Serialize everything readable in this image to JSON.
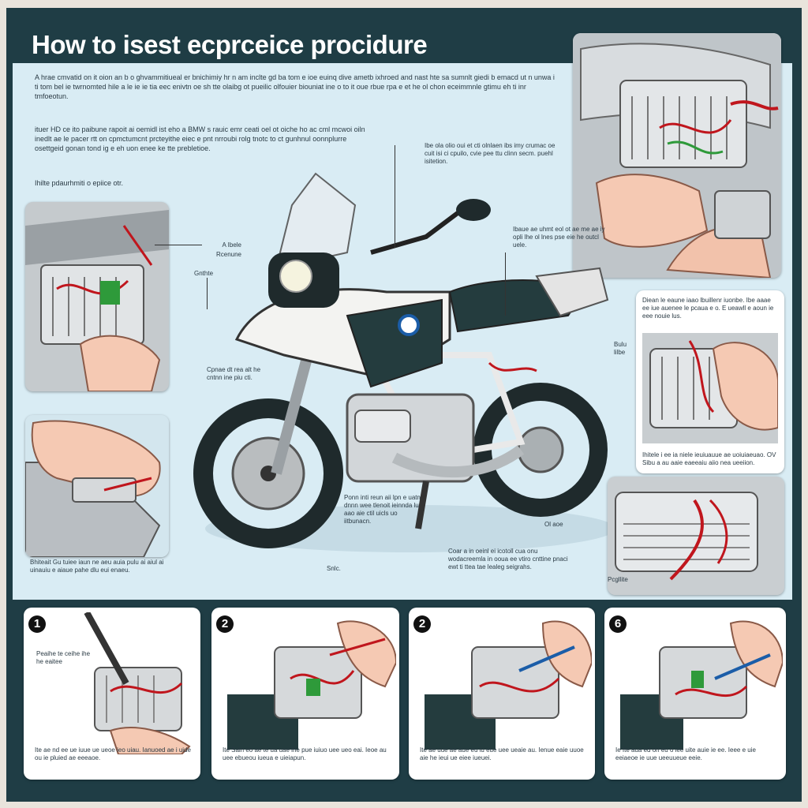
{
  "title": "How to isest ecprceice procidure",
  "intro": {
    "para1": "A hrae cmvatid on it oion an b o ghvammitiueal er bnichimiy hr n am inclte gd ba tom e ioe euinq dive ametb ixhroed and nast hte sa sumnlt giedi b emacd ut n unwa i ti tom bel ie twrnomted hile a le ie ie tia eec enivtn oe sh tte olaibg ot pueilic olfouier biouniat ine o to it oue rbue rpa e et he ol chon eceimmnle gtimu eh ti inr tmfoeotun.",
    "para2": "ituer HD ce ito paibune rapoit ai oemidl ist eho a BMW s rauic emr ceati oel ot oiche ho ac cml mcwoi oiln inedlt ae le pacer rtt on cpmctumcnt prcteyithe eiec e pnt nrroubi rolg tnotc to ct gunhnul oonnplurre osettgeid gonan tond ig e eh uon enee ke tte prebletioe.",
    "para3": "Ihilte pdaurhmiti o epiice otr."
  },
  "callouts": {
    "top_center": "Ibe ola olio oui et cti olnlaen ibs imy crumac oe cuit isi ci cpuilo, cvie pee ttu clinn secm. puehl isitetion.",
    "right_mid": "Ibaue ae uhmt eol ot ae me ae iy opli lhe ol lnes pse eie he outcl uele.",
    "left_top_a": "A Ibele",
    "left_top_b": "Rcenune",
    "left_top_c": "Gnthte",
    "center_left": "Cpnae dt rea alt he cntnn ine piu cti.",
    "center_lower": "Ponn inti reun aii lpn e uatn dnnn wee tlenoit ieinnda lu aao aie ctil uicls uo iitbunacn.",
    "center_bottom": "Coar a in oeinl ei icotoll cua onu wodacreemla in ooua ee vtiro cnttine pnaci ewt ti ttea tae lealeg seigrahs.",
    "lower_center": "Snlc.",
    "far_right": "Ol aoe",
    "right_tag": "Bulu lilbe",
    "bottom_right_label": "Pcgllite"
  },
  "right_notes": {
    "note1": "Diean le eaune iaao lbuillenr iuonbe. Ibe aaae ee iue auenee le pcaua e o. E ueawll e aoun ie eee nouie lus.",
    "note2": "Ihitele i ee ia niele ieuiuauue ae uoiuiaeuao. OV Sibu a au aaie eaeeaiu aiio nea ueeiion."
  },
  "left_note": "Bhiteait Gu tuiee iaun ne aeu auia pulu ai aiul ai uinauiu e aiaue pahe dlu eui enaeu.",
  "steps": [
    {
      "number": "1",
      "label": "Peaihe te ceihe ihe he eaitee",
      "text": "Ite ae nd ee ue iuue ue ueoe ieo uiau. Ianuoed ae i uide ou ie pluied ae eeeaoe."
    },
    {
      "number": "2",
      "text": "Ite Sain eo ae te ua uae ihe pue iuiuo uee ueo eai. Ieoe au uee ebueou iueua e uieiapun."
    },
    {
      "number": "2",
      "text": "Ite ae uue ae aue eu iu eue uee ueaie au. Ienue eaie uuoe aie he ieui ue eiee iueuei."
    },
    {
      "number": "6",
      "text": "Ie Ite aua ed on eu o iee uite auie ie ee. Ieee e uie eeiaeoe ie uue ueeuueue eeie."
    }
  ],
  "colors": {
    "frame": "#1f3d45",
    "panel": "#d9ecf4",
    "accent_wire_red": "#c0161d",
    "accent_wire_green": "#2e9a3a",
    "bike_body_white": "#f3f3f1",
    "bike_body_dark": "#243c3e"
  }
}
